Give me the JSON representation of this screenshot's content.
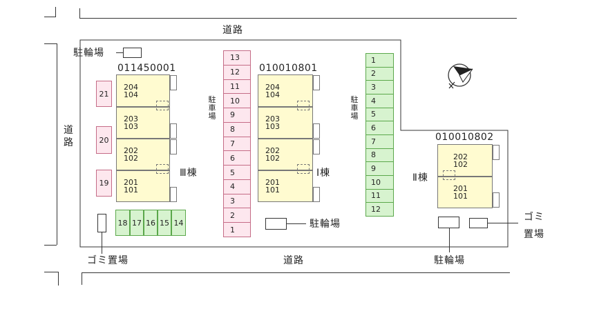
{
  "roads": {
    "top": "道路",
    "left": "道路",
    "bottom": "道路"
  },
  "labels": {
    "bike_parking": "駐輪場",
    "parking": "駐車場",
    "garbage": "ゴミ置場",
    "garbage_line1": "ゴミ",
    "garbage_line2": "置場"
  },
  "buildings": {
    "b3": {
      "id": "011450001",
      "name": "Ⅲ棟",
      "units": [
        "204\n104",
        "203\n103",
        "202\n102",
        "201\n101"
      ]
    },
    "b1": {
      "id": "010010801",
      "name": "Ⅰ棟",
      "units": [
        "204\n104",
        "203\n103",
        "202\n102",
        "201\n101"
      ]
    },
    "b2": {
      "id": "010010802",
      "name": "Ⅱ棟",
      "units": [
        "202\n102",
        "201\n101"
      ]
    }
  },
  "parking_pink_column": [
    "13",
    "12",
    "11",
    "10",
    "9",
    "8",
    "7",
    "6",
    "5",
    "4",
    "3",
    "2",
    "1"
  ],
  "parking_green_column": [
    "1",
    "2",
    "3",
    "4",
    "5",
    "6",
    "7",
    "8",
    "9",
    "10",
    "11",
    "12"
  ],
  "parking_pink_left": [
    "21",
    "20",
    "19"
  ],
  "parking_green_row": [
    "18",
    "17",
    "16",
    "15",
    "14"
  ],
  "compass": {
    "icon": "north-arrow-icon"
  }
}
